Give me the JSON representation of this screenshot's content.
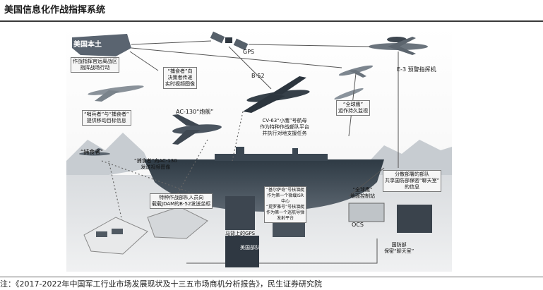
{
  "header": {
    "title": "美国信息化作战指挥系统"
  },
  "footer": {
    "source": "注：《2017-2022年中国军工行业市场发展现状及十三五市场商机分析报告》，民生证券研究院"
  },
  "diagram": {
    "us_mainland": "美国本土",
    "gps": "GPS",
    "e3": "E-3 预警指挥机",
    "b52": "B-52",
    "ac130": "AC-130“炮舰”",
    "cmd_center": "作战指挥官远离战区\n指挥战场行动",
    "predator_feed": "“捕食者”向\n决策者传递\n实时视频图像",
    "global_hawk": "“全球鹰”\n运作持久监视",
    "blackjack_predator": "“哨兵者”与“捕食者”\n提供移动目标信息",
    "predator_left": "“捕食者”",
    "predator_ac130": "“捕食者”向AC-130\n发送视频图像",
    "cv63": "CV-63“小鹰”号航母\n作为特种作战部队平台\n并执行对地支援任务",
    "sof_jdam": "特种作战部队人员向\n载载JDAM的B-52发送坐标",
    "carl_vinson": "“基尔萨奇”号核潜艇\n作为第一个微载ISR\n中心\n“提罗雅号”号核潜艇\n作为第一个巡航导弹\n发射平台",
    "gh_ground": "“全球鹰”\n地面控制站",
    "ocs": "OCS",
    "dispersed": "分散部署的部队\n共享国防部保密“聊天室”\n的信息",
    "dod_chat": "国防部\n保密“聊天室”",
    "horse_gps": "马背上的GPS",
    "us_forces": "美国部队"
  }
}
